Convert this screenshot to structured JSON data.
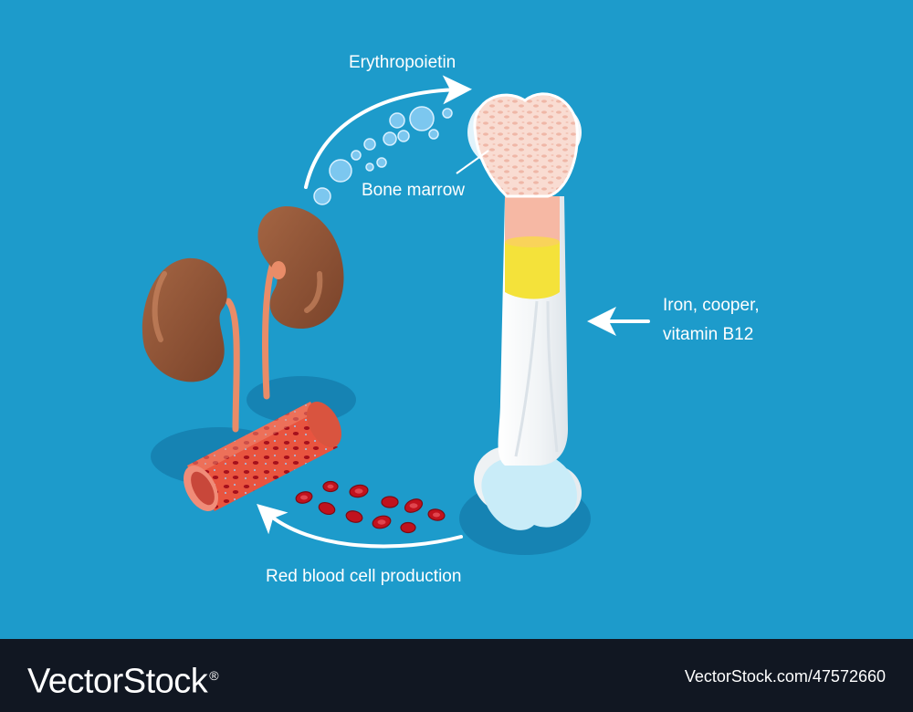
{
  "labels": {
    "erythropoietin": "Erythropoietin",
    "bone_marrow": "Bone marrow",
    "nutrients_line1": "Iron, cooper,",
    "nutrients_line2": "vitamin B12",
    "rbc_production": "Red blood cell production"
  },
  "footer": {
    "brand": "VectorStock",
    "registered_mark": "®",
    "image_id": "VectorStock.com/47572660"
  },
  "colors": {
    "background": "#1d9bcb",
    "footer": "#111722",
    "kidney": "#8c5134",
    "bone": "#f4f7f9",
    "marrow_pink": "#f6b8a4",
    "marrow_yellow": "#f4e23a",
    "blood_cell": "#c1121d"
  }
}
